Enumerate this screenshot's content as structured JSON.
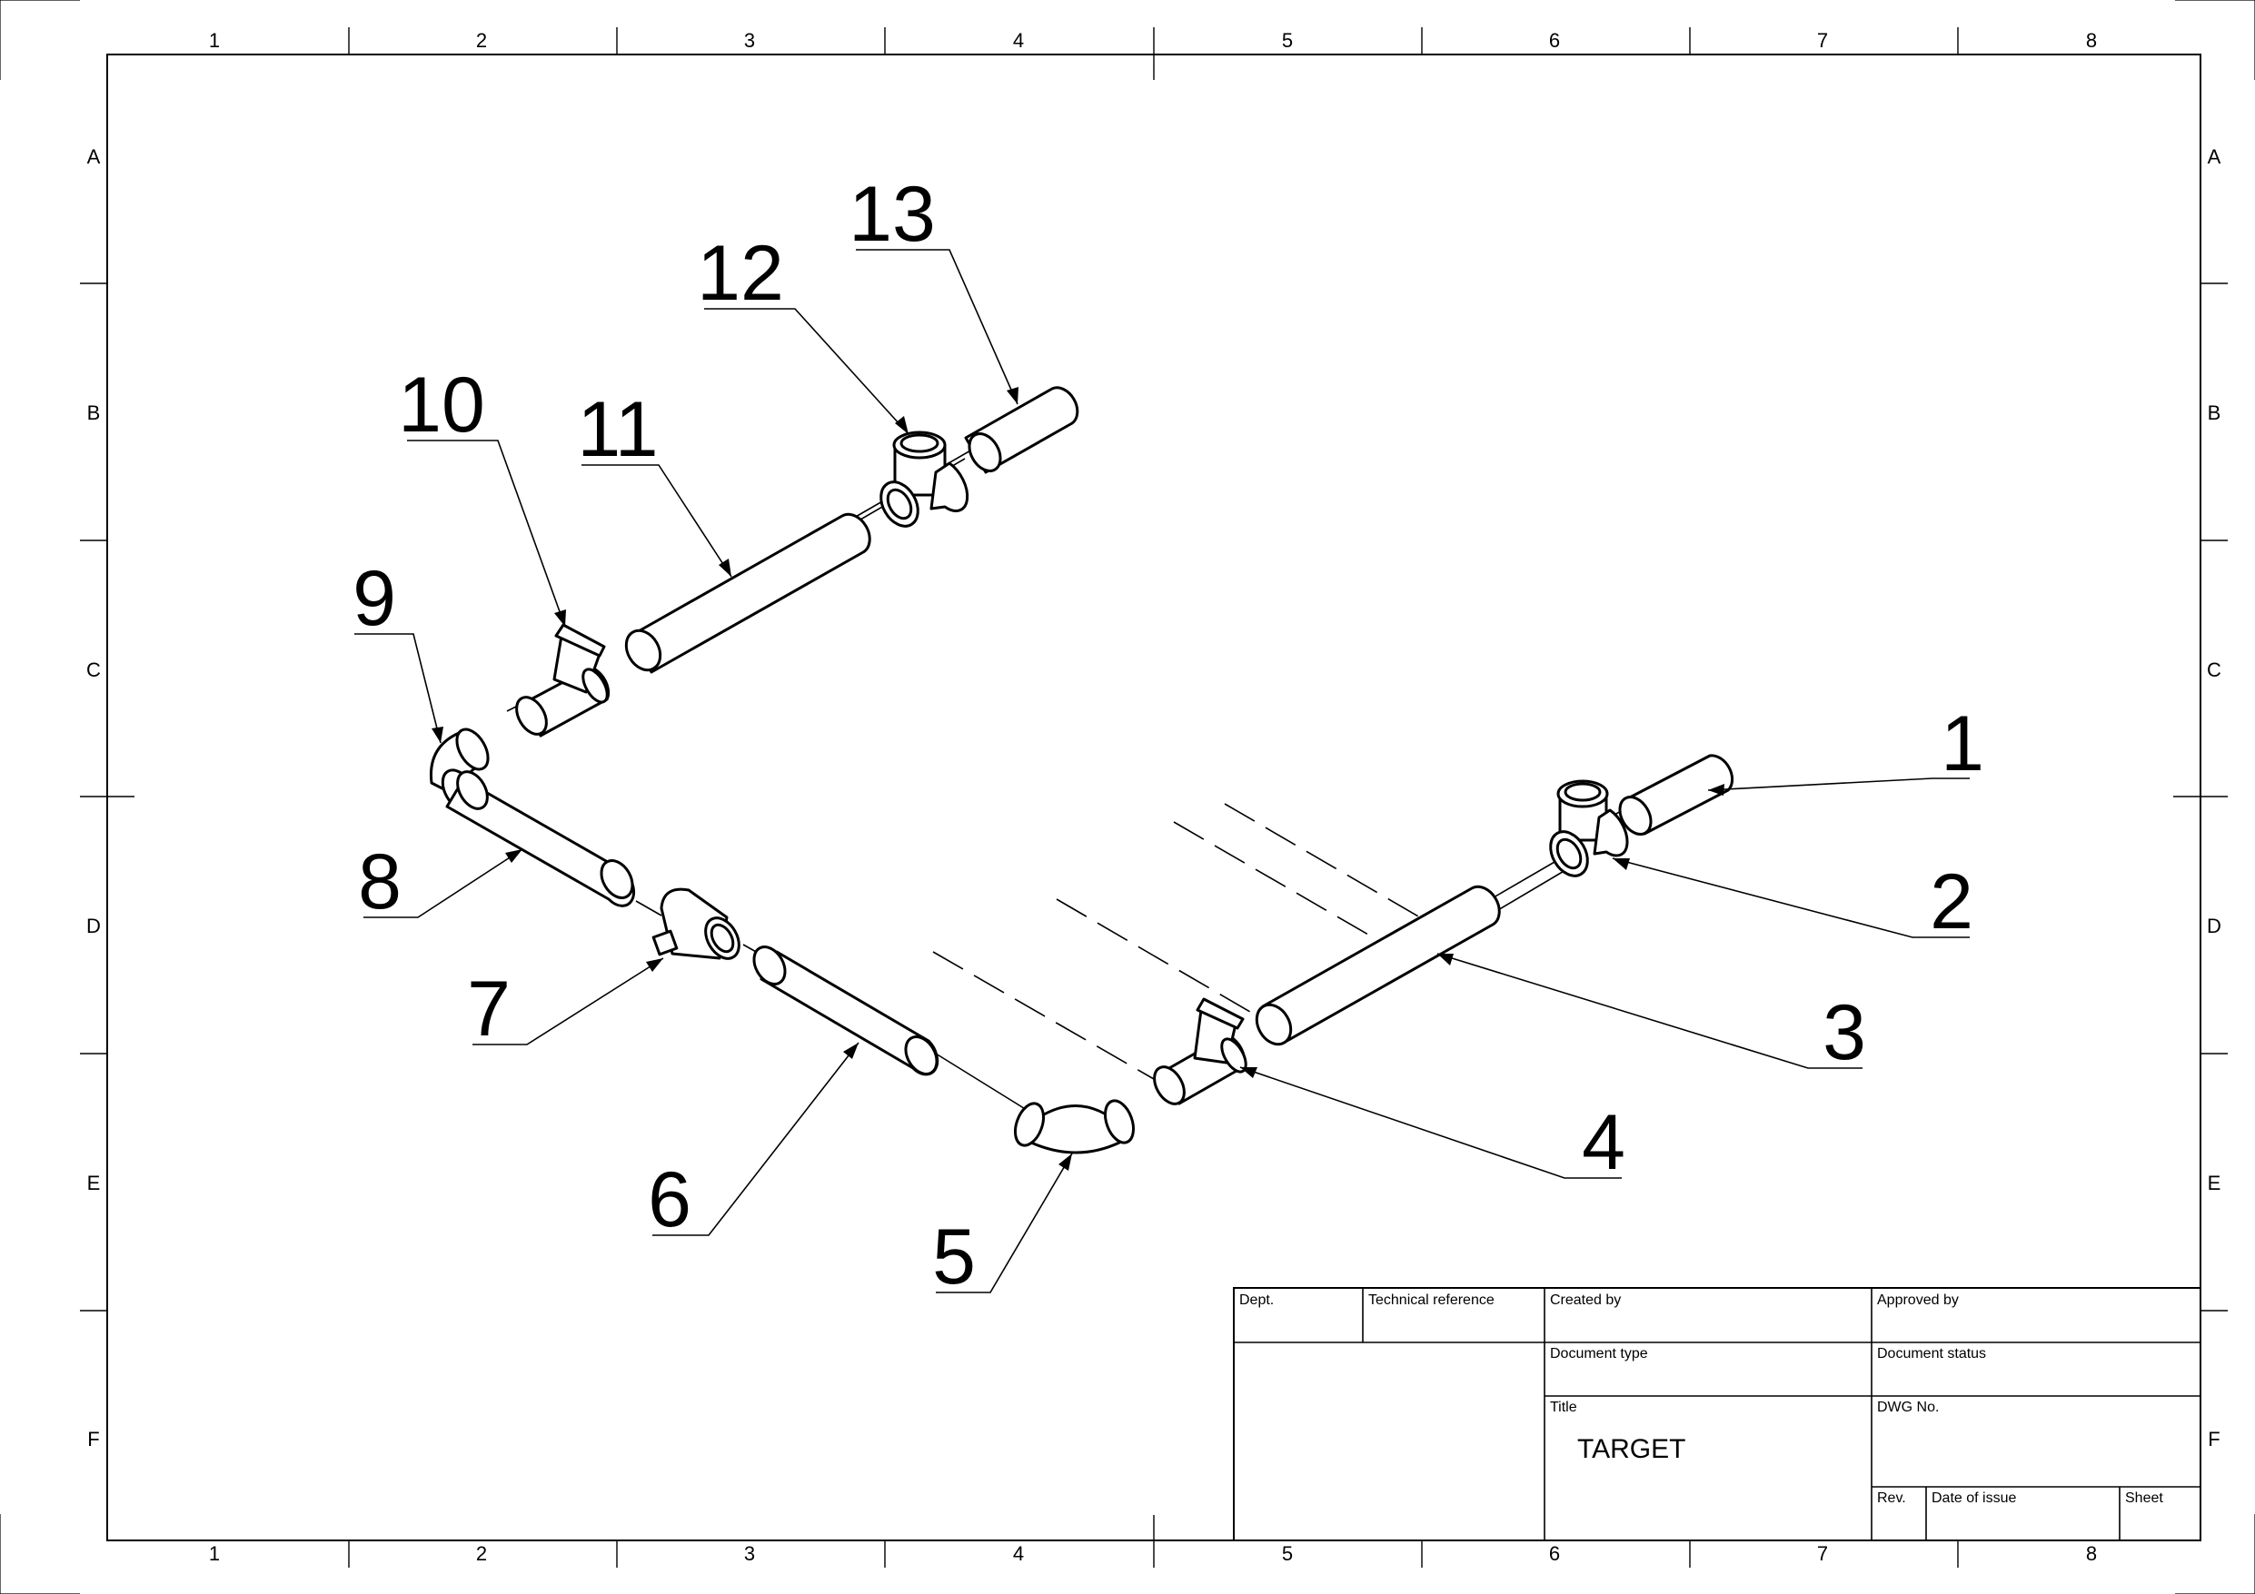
{
  "zones": {
    "columns": [
      "1",
      "2",
      "3",
      "4",
      "5",
      "6",
      "7",
      "8"
    ],
    "rows": [
      "A",
      "B",
      "C",
      "D",
      "E",
      "F"
    ]
  },
  "balloons": [
    "1",
    "2",
    "3",
    "4",
    "5",
    "6",
    "7",
    "8",
    "9",
    "10",
    "11",
    "12",
    "13"
  ],
  "title_block": {
    "dept": "Dept.",
    "technical_reference": "Technical reference",
    "created_by": "Created by",
    "approved_by": "Approved by",
    "document_type": "Document type",
    "document_status": "Document status",
    "title_label": "Title",
    "title_value": "TARGET",
    "dwg_no": "DWG No.",
    "rev": "Rev.",
    "date_of_issue": "Date of issue",
    "sheet": "Sheet"
  }
}
